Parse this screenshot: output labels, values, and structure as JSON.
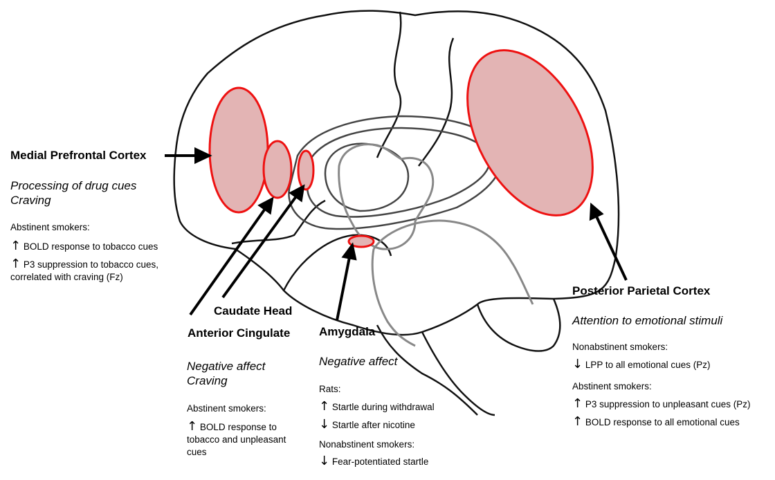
{
  "regions": {
    "mpfc": {
      "title": "Medial Prefrontal Cortex",
      "functions": [
        "Processing of drug cues",
        "Craving"
      ],
      "group": "Abstinent smokers:",
      "findings": [
        {
          "dir": "↑",
          "text": "BOLD response to tobacco cues"
        },
        {
          "dir": "↑",
          "text": "P3 suppression to tobacco cues,",
          "cont": "correlated with craving (Fz)"
        }
      ]
    },
    "caudate": {
      "title": "Caudate Head"
    },
    "acc": {
      "title": "Anterior Cingulate",
      "functions": [
        "Negative affect",
        "Craving"
      ],
      "group": "Abstinent smokers:",
      "findings": [
        {
          "dir": "↑",
          "text": "BOLD response to",
          "cont": [
            "tobacco and unpleasant",
            "cues"
          ]
        }
      ]
    },
    "amygdala": {
      "title": "Amygdala",
      "functions": [
        "Negative affect"
      ],
      "groups": [
        {
          "label": "Rats:",
          "findings": [
            {
              "dir": "↑",
              "text": "Startle during withdrawal"
            },
            {
              "dir": "↓",
              "text": "Startle after nicotine"
            }
          ]
        },
        {
          "label": "Nonabstinent smokers:",
          "findings": [
            {
              "dir": "↓",
              "text": "Fear-potentiated startle"
            }
          ]
        }
      ]
    },
    "ppc": {
      "title": "Posterior Parietal Cortex",
      "functions": [
        "Attention to emotional stimuli"
      ],
      "groups": [
        {
          "label": "Nonabstinent smokers:",
          "findings": [
            {
              "dir": "↓",
              "text": "LPP to all emotional cues (Pz)"
            }
          ]
        },
        {
          "label": "Abstinent smokers:",
          "findings": [
            {
              "dir": "↑",
              "text": "P3 suppression to unpleasant cues (Pz)"
            },
            {
              "dir": "↑",
              "text": "BOLD response to all emotional cues"
            }
          ]
        }
      ]
    }
  },
  "colors": {
    "region_fill": "#e3b4b4",
    "region_stroke": "#ee1111",
    "outline": "#111111",
    "inner_outline": "#555555",
    "brainstem_outline": "#888888"
  }
}
